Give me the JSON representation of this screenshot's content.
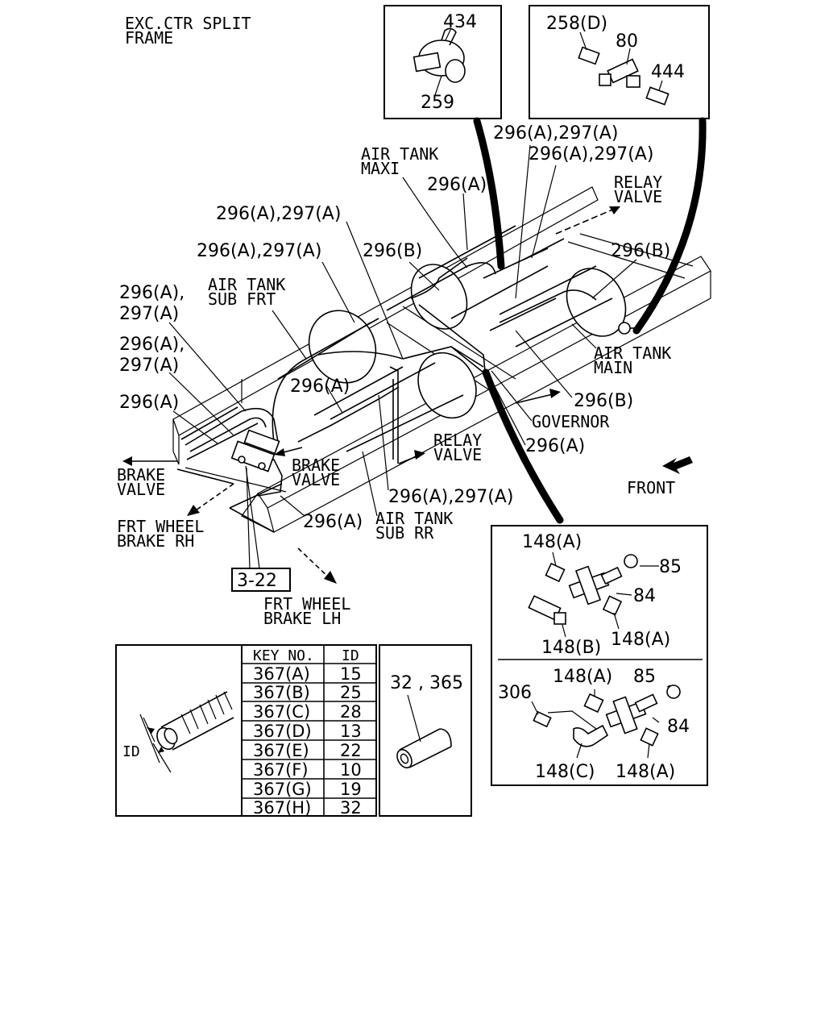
{
  "notes": {
    "exc_line1": "EXC.CTR SPLIT",
    "exc_line2": "FRAME",
    "front": "FRONT"
  },
  "labels": {
    "air_tank_maxi_1": "AIR TANK",
    "air_tank_maxi_2": "MAXI",
    "relay_valve_top_1": "RELAY",
    "relay_valve_top_2": "VALVE",
    "air_tank_sub_frt_1": "AIR TANK",
    "air_tank_sub_frt_2": "SUB FRT",
    "air_tank_main_1": "AIR TANK",
    "air_tank_main_2": "MAIN",
    "governor": "GOVERNOR",
    "relay_valve_mid_1": "RELAY",
    "relay_valve_mid_2": "VALVE",
    "brake_valve_left_1": "BRAKE",
    "brake_valve_left_2": "VALVE",
    "brake_valve_mid_1": "BRAKE",
    "brake_valve_mid_2": "VALVE",
    "frt_wheel_rh_1": "FRT WHEEL",
    "frt_wheel_rh_2": "BRAKE RH",
    "frt_wheel_lh_1": "FRT WHEEL",
    "frt_wheel_lh_2": "BRAKE LH",
    "air_tank_sub_rr_1": "AIR TANK",
    "air_tank_sub_rr_2": "SUB RR",
    "ref_box": "3-22"
  },
  "callouts": {
    "c296a297a_top1": "296(A),297(A)",
    "c296a297a_top2": "296(A),297(A)",
    "c296a_maxi": "296(A)",
    "c296a297a_left1": "296(A),297(A)",
    "c296a297a_left2": "296(A),297(A)",
    "c296b_mid": "296(B)",
    "c296b_right": "296(B)",
    "c296a_comma_1": "296(A),",
    "c297a_1": "297(A)",
    "c296a_comma_2": "296(A),",
    "c297a_2": "297(A)",
    "c296a_left3": "296(A)",
    "c296a_center": "296(A)",
    "c296b_gov": "296(B)",
    "c296a_gov": "296(A)",
    "c296a297a_bottom": "296(A),297(A)",
    "c296a_bottom": "296(A)"
  },
  "inset_clip": {
    "top": "434",
    "bottom": "259"
  },
  "inset_tee": {
    "c258d": "258(D)",
    "c80": "80",
    "c444": "444"
  },
  "inset_cross1": {
    "c148a_top": "148(A)",
    "c85": "85",
    "c84": "84",
    "c148b": "148(B)",
    "c148a_bottom": "148(A)"
  },
  "inset_cross2": {
    "c148a_top": "148(A)",
    "c85": "85",
    "c306": "306",
    "c84": "84",
    "c148c": "148(C)",
    "c148a_bottom": "148(A)"
  },
  "hose_table": {
    "dim_label": "ID",
    "header_key": "KEY NO.",
    "header_id": "ID",
    "rows": [
      {
        "key": "367(A)",
        "id": "15"
      },
      {
        "key": "367(B)",
        "id": "25"
      },
      {
        "key": "367(C)",
        "id": "28"
      },
      {
        "key": "367(D)",
        "id": "13"
      },
      {
        "key": "367(E)",
        "id": "22"
      },
      {
        "key": "367(F)",
        "id": "10"
      },
      {
        "key": "367(G)",
        "id": "19"
      },
      {
        "key": "367(H)",
        "id": "32"
      }
    ]
  },
  "pipe_inset": {
    "label": "32 , 365"
  }
}
